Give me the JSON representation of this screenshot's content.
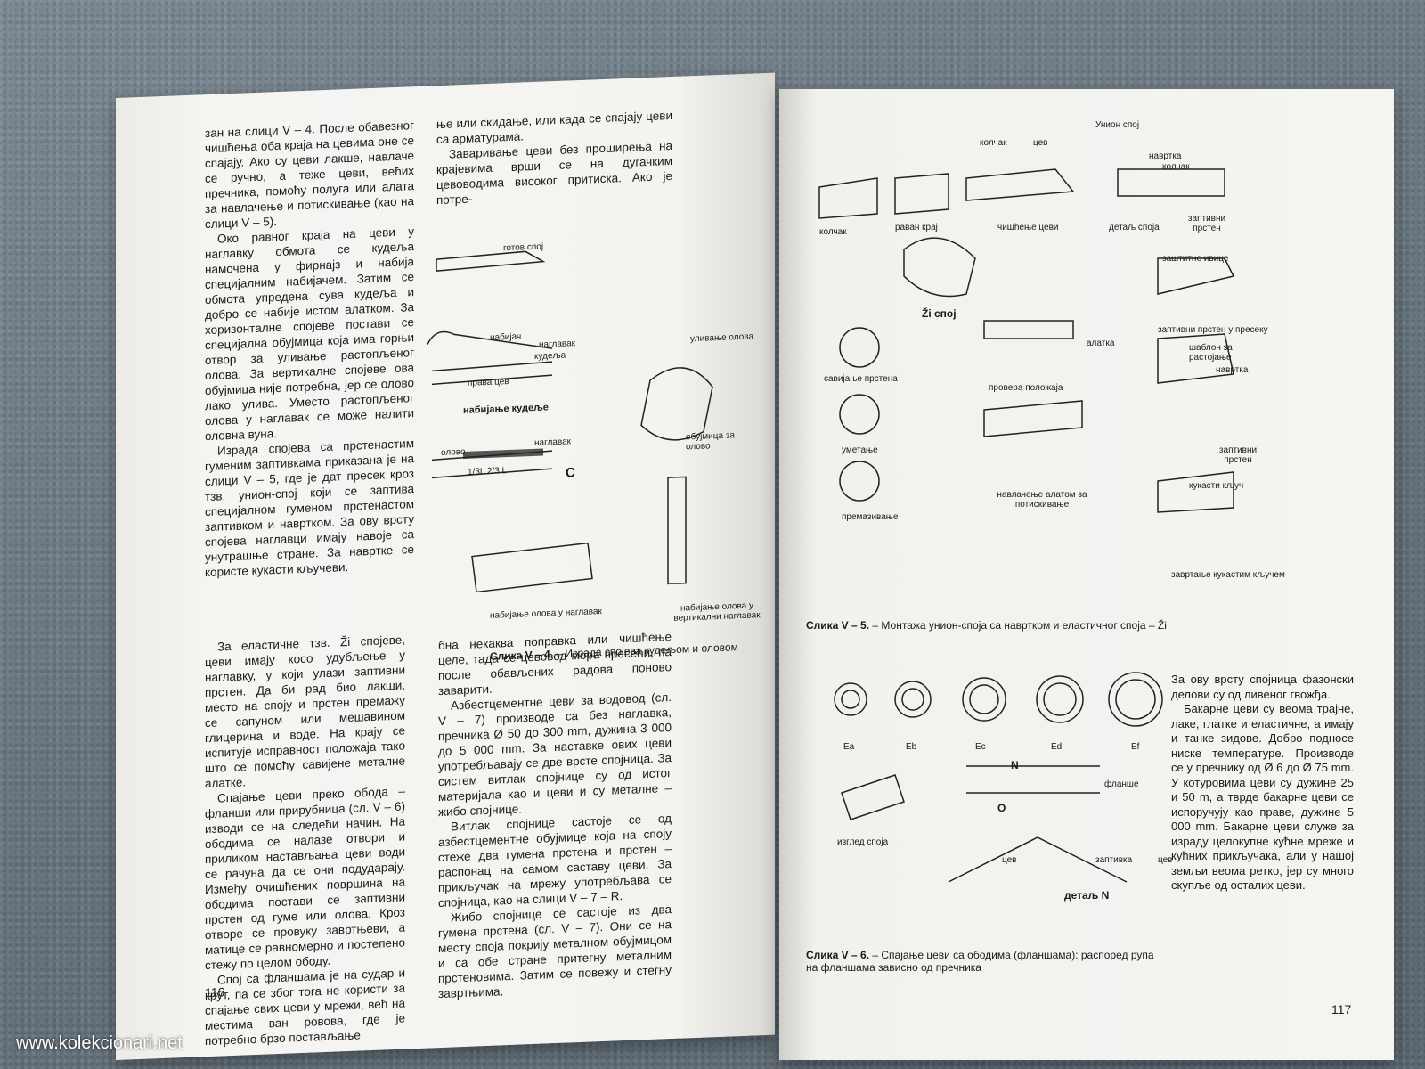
{
  "left_page": {
    "col1": [
      "зан на слици V – 4. После обавезног чишћења оба краја на цевима оне се спајају. Ако су цеви лакше, навлаче се ручно, а теже цеви, већих пречника, помоћу полуга или алата за навлачење и потискивање (као на слици V – 5).",
      "Око равног краја на цеви у наглавку обмота се кудеља намочена у фирнајз и набија специјалним набијачем. Затим се обмота упредена сува кудеља и добро се набије истом алатком. За хоризонталне спојеве постави се специјална обујмица која има горњи отвор за уливање растопљеног олова. За вертикалне спојеве ова обујмица није потребна, јер се олово лако улива. Уместо растопљеног олова у наглавак се може налити оловна вуна.",
      "Израда спојева са прстенастим гуменим заптивкама приказана је на слици V – 5, где је дат пресек кроз тзв. унион-спој који се заптива специјалном гуменом прстенастом заптивком и навртком. За ову врсту спојева наглавци имају навоје са унутрашње стране. За навртке се користе кукасти кључеви.",
      "За еластичне тзв. Ži спојеве, цеви имају косо удубљење у наглавку, у који улази заптивни прстен. Да би рад био лакши, место на споју и прстен премажу се сапуном или мешавином глицерина и воде. На крају се испитује исправност положаја тако што се помоћу савијене металне алатке.",
      "Спајање цеви преко обода – фланши или прирубница (сл. V – 6) изводи се на следећи начин. На ободима се налазе отвори и приликом настављања цеви води се рачуна да се они подударају. Између очишћених површина на ободима постави се заптивни прстен од гуме или олова. Кроз отворе се провуку завртњеви, а матице се равномерно и постепено стежу по целом ободу.",
      "Спој са фланшама је на судар и крут, па се због тога не користи за спајање свих цеви у мрежи, већ на местима ван ровова, где је потребно брзо постављање"
    ],
    "col2_top": [
      "ње или скидање, или када се спајају цеви са арматурама.",
      "Заваривање цеви без проширења на крајевима врши се на дугачким цевоводима високог притиска. Ако је потре-"
    ],
    "col2_bottom": [
      "бна некаква поправка или чишћење целе, тада се цевовод мора пресећи, па после обављених радова поново заварити.",
      "Азбестцементне цеви за водовод (сл. V – 7) производе са без наглавка, пречника Ø 50 до 300 mm, дужина 3 000 до 5 000 mm. За наставке ових цеви употребљавају се две врсте спојница. За систем витлак спојнице су од истог материјала као и цеви и су металне – жибо спојнице.",
      "Витлак спојнице састоје се од азбестцементне обујмице која на споју стеже два гумена прстена и прстен – распонац на самом саставу цеви. За прикључак на мрежу употребљава се спојница, као на слици V – 7 – R.",
      "Жибо спојнице се састоје из два гумена прстена (сл. V – 7). Они се на месту споја покрију металном обујмицом и са обе стране притегну металним прстеновима. Затим се повежу и стегну завртњима."
    ],
    "fig_labels": {
      "gotov": "готов спој",
      "nabijac": "набијач",
      "naglavak": "наглавак",
      "kudelja": "кудеља",
      "prava_cev": "права цев",
      "nabijanje_kudelje": "набијање кудеље",
      "olovo": "олово",
      "naglavak2": "наглавак",
      "c": "C",
      "ulivanje": "уливање олова",
      "obujmica": "обујмица за олово",
      "nabijanje_olova": "набијање олова у наглавак",
      "vertikalni": "набијање олова у вертикални наглавак",
      "dim": "1/3L  2/3 L"
    },
    "caption_bold": "Слика V – 4.",
    "caption": " – Израда спојева кудељом и оловом",
    "page_number": "116"
  },
  "right_page": {
    "fig5_labels": {
      "union": "Унион спој",
      "kolcak_top": "колчак",
      "cev_top": "цев",
      "navrtka": "навртка",
      "kolcak2": "колчак",
      "kolcak": "колчак",
      "ravan": "раван крај",
      "ciscenje": "чишћење цеви",
      "detalj": "детаљ споја",
      "zaptivni": "заптивни прстен",
      "zastitne": "заштитне ивице",
      "zi": "Ži спој",
      "alatka": "алатка",
      "presek": "заптивни прстен у пресеку",
      "savijanje": "савијање прстена",
      "provera": "провера положаја",
      "sablon": "шаблон за растојање",
      "navrtka2": "навртка",
      "umetanje": "уметање",
      "navlacenje": "навлачење алатом за потискивање",
      "zaptivni2": "заптивни прстен",
      "kukasti": "кукасти кључ",
      "premazivanje": "премазивање",
      "zavrtanje": "завртање кукастим кључем"
    },
    "fig5_caption_bold": "Слика V – 5.",
    "fig5_caption": " – Монтажа унион-споја са навртком и еластичног споја – Ži",
    "fig6_labels": {
      "ea": "Ea",
      "eb": "Eb",
      "ec": "Ec",
      "ed": "Ed",
      "ef": "Ef",
      "n": "N",
      "o": "O",
      "flanse": "фланше",
      "izgled": "изглед споја",
      "cev1": "цев",
      "zaptivka": "заптивка",
      "cev2": "цев",
      "detalj_n": "детаљ N"
    },
    "fig6_caption_bold": "Слика V – 6.",
    "fig6_caption": " – Спајање цеви са ободима (фланшама): распоред рупа на фланшама зависно од пречника",
    "side_text": [
      "За ову врсту спојница фазонски делови су од ливеног гвожђа.",
      "Бакарне цеви су веома трајне, лаке, глатке и еластичне, а имају и танке зидове. Добро подносе ниске температуре. Производе се у пречнику од Ø 6 до Ø 75 mm. У котуровима цеви су дужине 25 и 50 m, а тврде бакарне цеви се испоручују као праве, дужине 5 000 mm. Бакарне цеви служе за израду целокупне кућне мреже и кућних прикључака, али у нашој земљи веома ретко, јер су много скупље од осталих цеви."
    ],
    "page_number": "117"
  },
  "watermark": "www.kolekcionari.net"
}
